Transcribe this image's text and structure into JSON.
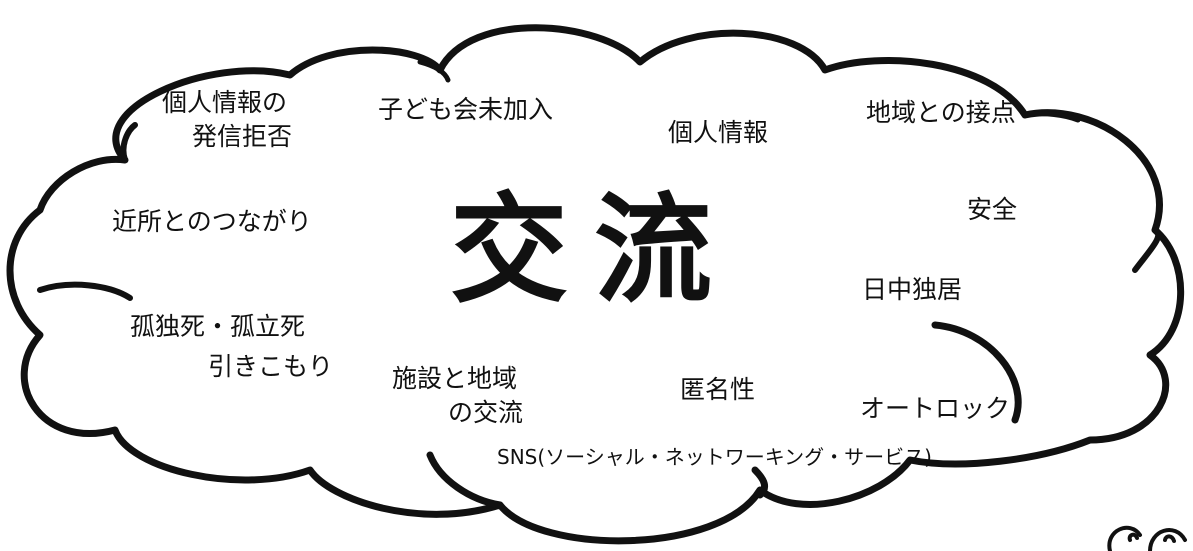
{
  "diagram": {
    "center": "交流",
    "keywords": {
      "kojin_hasshin_line1": "個人情報の",
      "kojin_hasshin_line2": "発信拒否",
      "kodomokai": "子ども会未加入",
      "kojin_joho": "個人情報",
      "chiiki_setten": "地域との接点",
      "anzen": "安全",
      "kinjo": "近所とのつながり",
      "nicchu": "日中独居",
      "kodoku_line1": "孤独死・孤立死",
      "kodoku_line2": "引きこもり",
      "shisetsu_line1": "施設と地域",
      "shisetsu_line2": "の交流",
      "tokumei": "匿名性",
      "autolock": "オートロック",
      "sns": "SNS(ソーシャル・ネットワーキング・サービス)"
    }
  }
}
